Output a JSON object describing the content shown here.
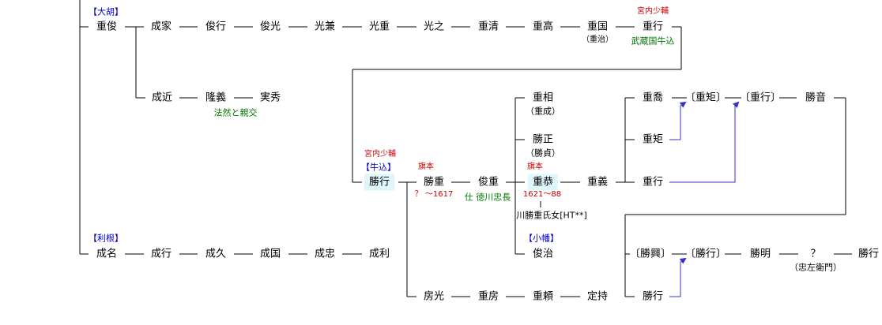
{
  "clans": {
    "daigo": "【大胡】",
    "tone": "【利根】",
    "ushigome": "【牛込】",
    "obata": "【小幡】"
  },
  "persons": {
    "shigetoshi": "重俊",
    "narie": "成家",
    "toshiyuki": "俊行",
    "toshimitsu": "俊光",
    "mitsukane": "光兼",
    "mitsushige": "光重",
    "mitsuyuki": "光之",
    "shigekiyo": "重清",
    "shigetaka": "重高",
    "shigekuni": "重国",
    "shigeyuki": "重行",
    "narichika": "成近",
    "takayoshi": "隆義",
    "sanehide": "実秀",
    "katsuyuki": "勝行",
    "katsushige": "勝重",
    "toshizane": "俊重",
    "shigesuke": "重相",
    "katsumasa": "勝正",
    "shigeyasu": "重恭",
    "shigeyoshi": "重義",
    "shigeyuki2": "重行",
    "shigenori": "重喬",
    "shigenori_b": "〔重矩〕",
    "shigeyuki_b": "〔重行〕",
    "katsune": "勝音",
    "shigenori2": "重矩",
    "narina": "成名",
    "nariyuki": "成行",
    "narihisa": "成久",
    "narikuni": "成国",
    "naritada": "成忠",
    "naritoshi": "成利",
    "toshiharu": "俊治",
    "katsuoki_b": "〔勝興〕",
    "katsuyuki_b": "〔勝行〕",
    "katsuaki": "勝明",
    "unknown": "？",
    "katsuyuki3": "勝行",
    "fusamitsu": "房光",
    "shigefusa": "重房",
    "shigeyori": "重頼",
    "sadamochi": "定持",
    "katsuyuki4": "勝行"
  },
  "notes": {
    "kunai1": "宮内少輔",
    "kunai2": "宮内少輔",
    "shigeji": "（重治）",
    "musashi": "武蔵国牛込",
    "honen": "法然と親交",
    "hatamoto1": "旗本",
    "hatamoto2": "旗本",
    "katsushige_years": "？ ～1617",
    "tadanaga": "仕 徳川忠長",
    "shigenari": "（重成）",
    "katsusada": "（勝貞）",
    "shigeyasu_years": "1621～88",
    "wife": "川勝重氏女[HT**]",
    "chuzaemon": "（忠左衛門）"
  },
  "colors": {
    "line": "#000000",
    "adoption_arrow": "#3333cc",
    "highlight": "#dff7fb",
    "title_red": "#cc0000",
    "note_green": "#007700",
    "clan_blue": "#0000cc"
  }
}
